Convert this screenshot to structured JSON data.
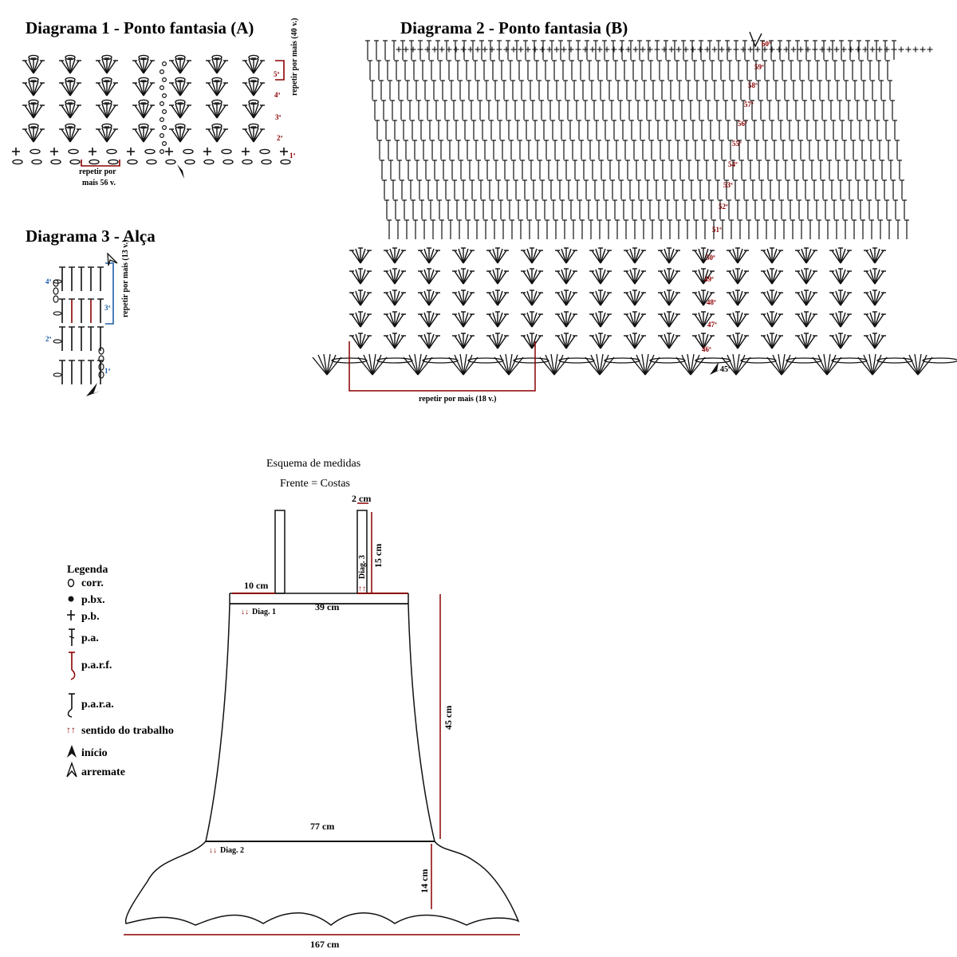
{
  "diagram1": {
    "title": "Diagrama 1 - Ponto fantasia (A)",
    "rows": [
      "1ª",
      "2ª",
      "3ª",
      "4ª",
      "5ª"
    ],
    "repeat_vertical": "repetir por mais (40 v.)",
    "repeat_horizontal_line1": "repetir por",
    "repeat_horizontal_line2": "mais 56 v."
  },
  "diagram2": {
    "title": "Diagrama 2 - Ponto fantasia (B)",
    "rows": [
      "45ª",
      "46ª",
      "47ª",
      "48ª",
      "49ª",
      "50ª",
      "51ª",
      "52ª",
      "53ª",
      "54ª",
      "55ª",
      "56ª",
      "57ª",
      "58ª",
      "59ª",
      "60ª"
    ],
    "repeat": "repetir por mais (18 v.)"
  },
  "diagram3": {
    "title": "Diagrama 3 - Alça",
    "rows": [
      "1ª",
      "2ª",
      "3ª",
      "4ª"
    ],
    "repeat": "repetir por mais (13 v.)"
  },
  "legend": {
    "title": "Legenda",
    "items": [
      {
        "symbol": "chain-icon",
        "label": "corr."
      },
      {
        "symbol": "slip-stitch-icon",
        "label": "p.bx."
      },
      {
        "symbol": "single-crochet-icon",
        "label": "p.b."
      },
      {
        "symbol": "double-crochet-icon",
        "label": "p.a."
      },
      {
        "symbol": "front-post-icon",
        "label": "p.a.r.f."
      },
      {
        "symbol": "back-post-icon",
        "label": "p.a.r.a."
      },
      {
        "symbol": "direction-arrows-icon",
        "label": "sentido do trabalho"
      },
      {
        "symbol": "start-arrow-icon",
        "label": "início"
      },
      {
        "symbol": "finish-arrow-icon",
        "label": "arremate"
      }
    ]
  },
  "schema": {
    "title": "Esquema de medidas",
    "subtitle": "Frente = Costas",
    "strap_width": "2 cm",
    "strap_height": "15 cm",
    "strap_label": "Diag. 3",
    "shoulder": "10 cm",
    "top_width": "39 cm",
    "body_height": "45 cm",
    "hem_width": "77 cm",
    "flounce_height": "14 cm",
    "bottom_width": "167 cm",
    "diag1_label": "Diag. 1",
    "diag2_label": "Diag. 2",
    "arrows": "↓↓",
    "arrows_up": "↑↑"
  },
  "colors": {
    "accent_red": "#8b0000",
    "accent_blue": "#1f5fa8",
    "ink": "#111111"
  }
}
